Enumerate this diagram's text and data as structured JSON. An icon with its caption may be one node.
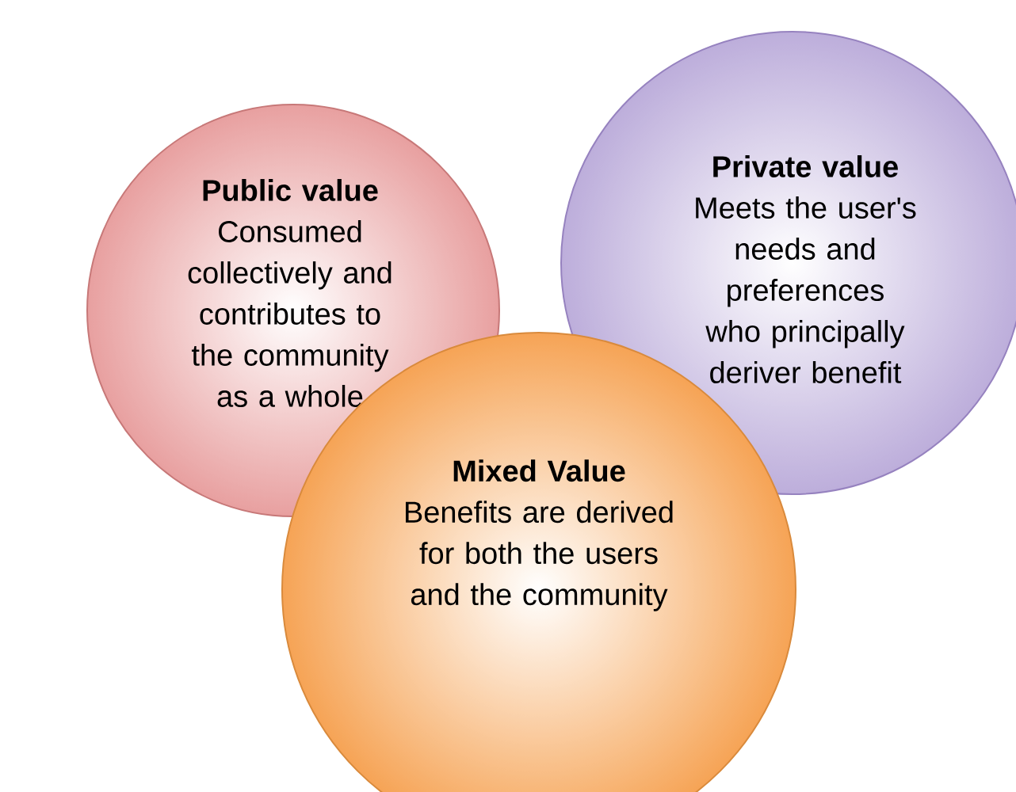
{
  "diagram": {
    "nodes": [
      {
        "text": [
          "Public value",
          "Consumed collectively and contributes to the community as a whole"
        ]
      },
      {
        "text": [
          "Private value",
          "Meets the user's needs and preferences who principally deriver benefit"
        ]
      },
      {
        "text": [
          "Mixed Value",
          "Benefits are derived for both the users and the community"
        ]
      }
    ]
  }
}
